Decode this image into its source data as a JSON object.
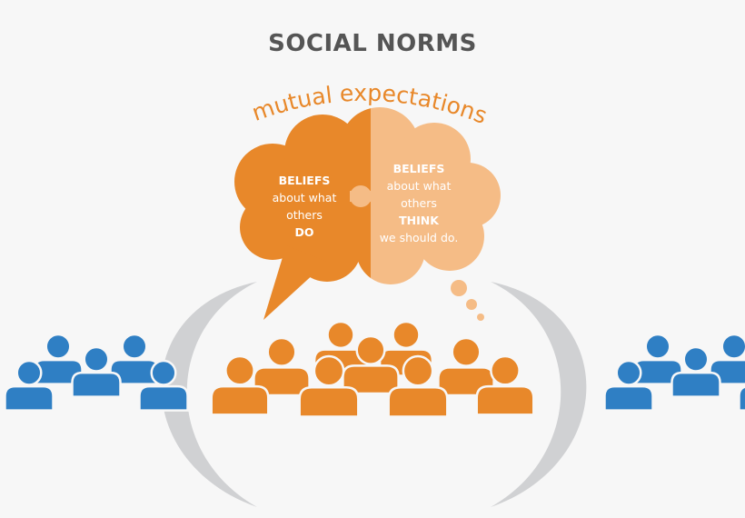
{
  "title": "SOCIAL NORMS",
  "arc_label": "mutual expectations",
  "left_bubble": {
    "line1": "BELIEFS",
    "line2": "about what",
    "line3": "others",
    "line4": "DO"
  },
  "right_bubble": {
    "line1": "BELIEFS",
    "line2": "about what",
    "line3": "others",
    "line4": "THINK",
    "line5": "we should do."
  },
  "colors": {
    "orange": "#e8882a",
    "light_orange": "#f5bc86",
    "blue": "#2f7fc4",
    "gray": "#d0d1d3",
    "title": "#555555"
  },
  "icons": {
    "left_group": "people-group-icon",
    "right_group": "people-group-icon",
    "center_group": "people-crowd-icon"
  }
}
